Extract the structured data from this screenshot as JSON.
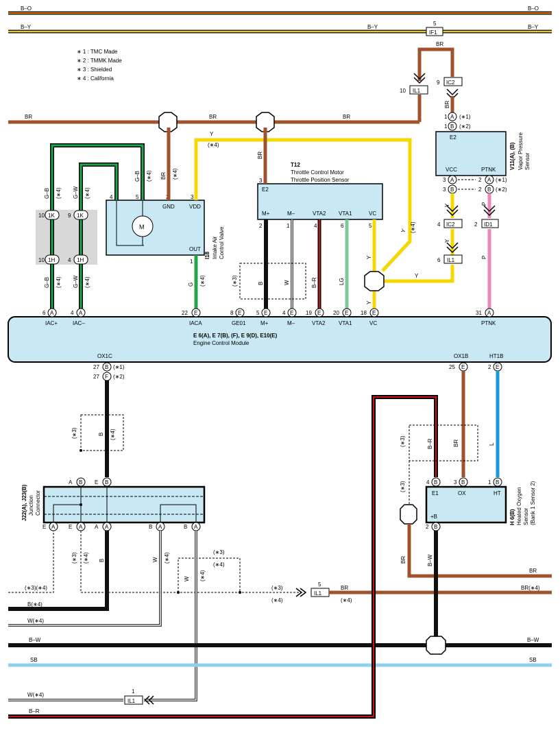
{
  "notes": [
    "∗ 1 : TMC Made",
    "∗ 2 : TMMK Made",
    "∗ 3 : Shielded",
    "∗ 4 : California"
  ],
  "top_wires": {
    "bo": "B–O",
    "by": "B–Y",
    "if1": "IF1",
    "if1_pin": "5"
  },
  "wire_labels": {
    "br": "BR",
    "y": "Y",
    "p": "P",
    "g": "G",
    "b": "B",
    "w": "W",
    "br_red": "B–R",
    "lg": "LG",
    "gb": "G–B",
    "gw": "G–W",
    "l": "L",
    "bw": "B–W",
    "sb": "SB"
  },
  "suffix": {
    "s1": "(∗1)",
    "s2": "(∗2)",
    "s3": "(∗3)",
    "s4": "(∗4)",
    "s34": "(∗3)(∗4)"
  },
  "connectors": {
    "ic2": "IC2",
    "il1": "IL1",
    "id1": "ID1",
    "k1": "1K",
    "h1": "1H"
  },
  "iacv": {
    "title": "I18",
    "name1": "Intake Air",
    "name2": "Control Valve",
    "gnd": "GND",
    "vdd": "VDD",
    "out": "OUT",
    "motor": "M"
  },
  "throttle": {
    "title": "T12",
    "name1": "Throttle Control Motor",
    "name2": "Throttle Position Sensor",
    "e2": "E2",
    "m_plus": "M+",
    "m_minus": "M–",
    "vta2": "VTA2",
    "vta1": "VTA1",
    "vc": "VC"
  },
  "vapor": {
    "title": "V11(A), (B)",
    "name1": "Vapor Pressure",
    "name2": "Sensor",
    "e2": "E2",
    "vcc": "VCC",
    "ptnk": "PTNK"
  },
  "ecm": {
    "connectors": "E 6(A), E 7(B), (F), E 9(D), E10(E)",
    "name": "Engine Control Module",
    "pins": [
      "IAC+",
      "IAC–",
      "IACA",
      "GE01",
      "M+",
      "M–",
      "VTA2",
      "VTA1",
      "VC",
      "PTNK"
    ],
    "pins_bottom": [
      "OX1C",
      "OX1B",
      "HT1B"
    ]
  },
  "junction": {
    "title": "J22(A), J23(B)",
    "name1": "Junction",
    "name2": "Connector"
  },
  "o2": {
    "title": "H 6(B)",
    "name1": "Heated Oxygen",
    "name2": "Sensor",
    "name3": "(Bank 1 Sensor 2)",
    "e1": "E1",
    "ox": "OX",
    "ht": "HT",
    "b_plus": "+B"
  },
  "left_labels": {
    "b4": "B(∗4)",
    "w4": "W(∗4)",
    "bw": "B–W",
    "sb": "SB",
    "w4b": "W(∗4)",
    "br": "B–R"
  },
  "right_labels": {
    "br": "BR",
    "br4": "BR(∗4)",
    "bw": "B–W",
    "sb": "SB"
  },
  "pins": {
    "n1": "1",
    "n2": "2",
    "n3": "3",
    "n4": "4",
    "n5": "5",
    "n6": "6",
    "n8": "8",
    "n9": "9",
    "n10": "10",
    "n18": "18",
    "n19": "19",
    "n20": "20",
    "n22": "22",
    "n25": "25",
    "n27": "27",
    "n31": "31",
    "A": "A",
    "B": "B",
    "E": "E",
    "F": "F"
  }
}
